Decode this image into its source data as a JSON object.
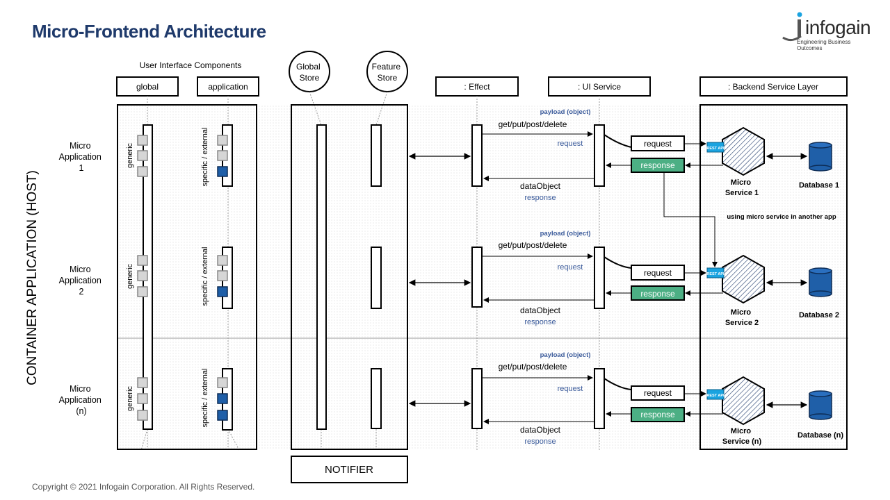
{
  "title": "Micro-Frontend Architecture",
  "logo": {
    "word": "infogain",
    "tagline": "Engineering Business Outcomes"
  },
  "copyright": "Copyright © 2021 Infogain Corporation.  All Rights Reserved.",
  "vertical_label": "CONTAINER APPLICATION (HOST)",
  "ui_components_label": "User Interface  Components",
  "headers": {
    "global": "global",
    "application": "application",
    "global_store": [
      "Global",
      "Store"
    ],
    "feature_store": [
      "Feature",
      "Store"
    ],
    "effect": ": Effect",
    "ui_service": ": UI Service",
    "backend": ": Backend  Service Layer"
  },
  "notifier": "NOTIFIER",
  "generic_label": "generic",
  "specific_label": "specific / external",
  "payload_label": "payload (object)",
  "methods_label": "get/put/post/delete",
  "request_label": "request",
  "response_label": "response",
  "data_object_label": "dataObject",
  "restapi_label": "REST API",
  "cross_app_label": "using micro service in another app",
  "rows": [
    {
      "app": [
        "Micro",
        "Application",
        "1"
      ],
      "service": [
        "Micro",
        "Service 1"
      ],
      "db": "Database 1"
    },
    {
      "app": [
        "Micro",
        "Application",
        "2"
      ],
      "service": [
        "Micro",
        "Service 2"
      ],
      "db": "Database 2"
    },
    {
      "app": [
        "Micro",
        "Application",
        "(n)"
      ],
      "service": [
        "Micro",
        "Service (n)"
      ],
      "db": "Database (n)"
    }
  ],
  "colors": {
    "title": "#1f3a6b",
    "blue_square": "#1f5fa8",
    "response_green": "#4caf84",
    "restapi_blue": "#1aa3e0",
    "db_blue": "#1f5fa8",
    "label_blue": "#3a5a9a"
  }
}
